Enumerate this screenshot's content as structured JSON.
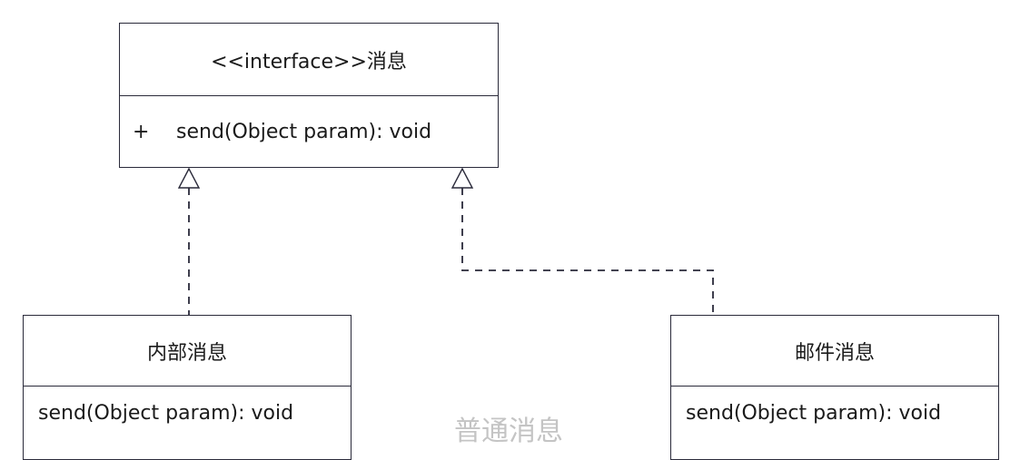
{
  "interface_box": {
    "title": "<<interface>>消息",
    "visibility": "+",
    "method": "send(Object param): void"
  },
  "internal_box": {
    "title": "内部消息",
    "method": "send(Object param): void"
  },
  "mail_box": {
    "title": "邮件消息",
    "method": "send(Object param): void"
  },
  "middle_label": "普通消息",
  "colors": {
    "border": "#2a2a3a",
    "connector": "#2a2a3a",
    "faded_label": "#c4c4c4"
  }
}
